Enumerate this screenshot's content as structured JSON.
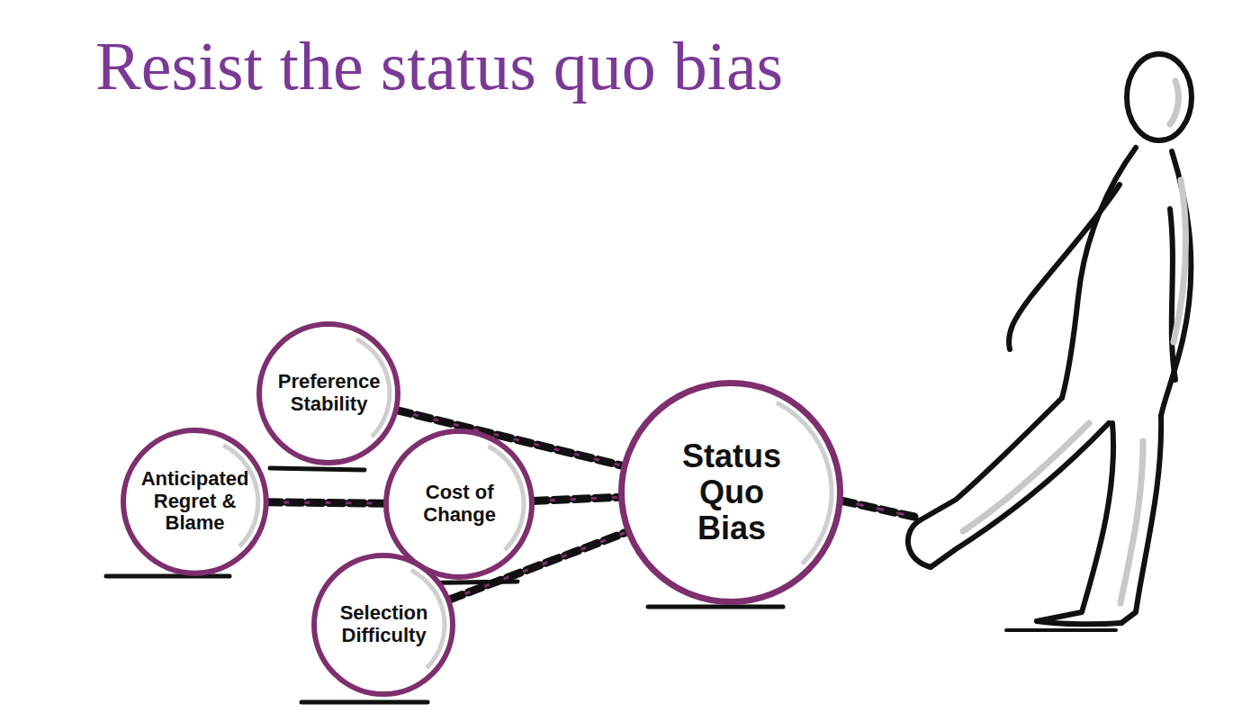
{
  "diagram": {
    "title": "Resist the status quo bias",
    "nodes": [
      {
        "text": [
          "Preference Stability"
        ]
      },
      {
        "text": [
          "Anticipated Regret & Blame"
        ]
      },
      {
        "text": [
          "Cost of Change"
        ]
      },
      {
        "text": [
          "Selection Difficulty"
        ]
      },
      {
        "text": [
          "Status Quo Bias"
        ]
      }
    ],
    "edges": [
      {
        "from": 0,
        "to": 4,
        "arrow": "none"
      },
      {
        "from": 1,
        "to": 2,
        "arrow": "none"
      },
      {
        "from": 2,
        "to": 4,
        "arrow": "none"
      },
      {
        "from": 3,
        "to": 4,
        "arrow": "none"
      }
    ]
  }
}
